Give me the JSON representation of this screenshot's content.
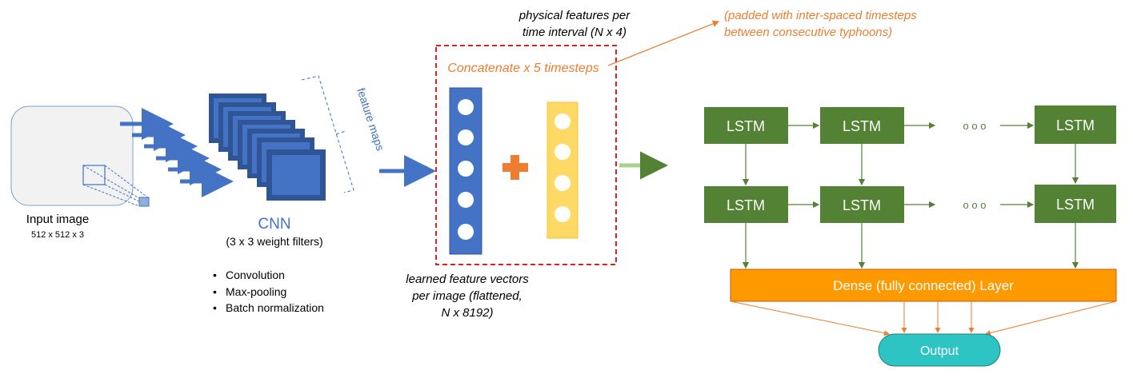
{
  "input": {
    "title": "Input image",
    "dims": "512 x 512 x 3"
  },
  "cnn": {
    "title": "CNN",
    "subtitle": "(3 x 3 weight filters)",
    "feature_maps_label": "feature maps",
    "ops": [
      "Convolution",
      "Max-pooling",
      "Batch normalization"
    ]
  },
  "concat": {
    "label": "Concatenate x 5 timesteps",
    "physical_label_1": "physical features per",
    "physical_label_2": "time interval (N x 4)",
    "padding_note_1": "(padded with inter-spaced timesteps",
    "padding_note_2": "between consecutive typhoons)",
    "learned_label_1": "learned feature vectors",
    "learned_label_2": "per image (flattened,",
    "learned_label_3": "N x 8192)"
  },
  "lstm": {
    "cell_label": "LSTM",
    "ellipsis": "o  o  o"
  },
  "dense": {
    "label": "Dense (fully connected) Layer"
  },
  "output": {
    "label": "Output"
  },
  "colors": {
    "blue_arrow": "#4472c4",
    "cnn_blue": "#4472c4",
    "lstm_green": "#548235",
    "dense_orange": "#ff9900",
    "output_teal": "#2ec4c4",
    "vector_yellow": "#ffd966",
    "orange_text": "#ed7d31",
    "red_dashed": "#e02020"
  }
}
